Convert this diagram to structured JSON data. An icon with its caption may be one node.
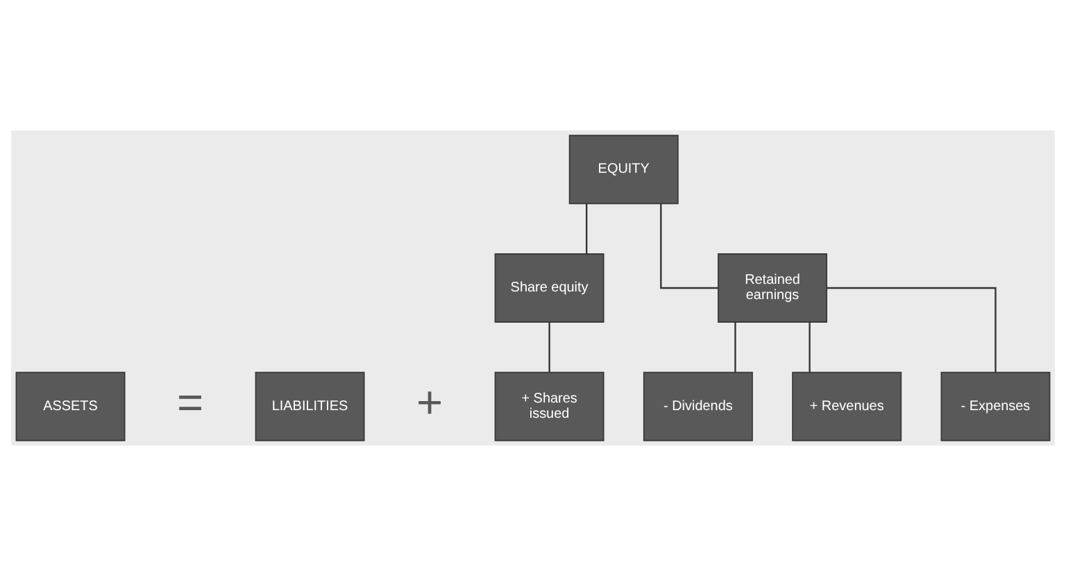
{
  "diagram": {
    "nodes": [
      {
        "text": [
          "EQUITY"
        ]
      },
      {
        "text": [
          "Share equity"
        ]
      },
      {
        "text": [
          "Retained earnings"
        ]
      },
      {
        "text": [
          "ASSETS"
        ]
      },
      {
        "text": [
          "LIABILITIES"
        ]
      },
      {
        "text": [
          "+ Shares issued"
        ]
      },
      {
        "text": [
          "- Dividends"
        ]
      },
      {
        "text": [
          "+ Revenues"
        ]
      },
      {
        "text": [
          "- Expenses"
        ]
      }
    ],
    "edges": [
      {
        "from": 0,
        "to": 1,
        "arrow": "none"
      },
      {
        "from": 0,
        "to": 2,
        "arrow": "none"
      },
      {
        "from": 1,
        "to": 5,
        "arrow": "none"
      },
      {
        "from": 2,
        "to": 6,
        "arrow": "none"
      },
      {
        "from": 2,
        "to": 7,
        "arrow": "none"
      },
      {
        "from": 2,
        "to": 8,
        "arrow": "none"
      }
    ],
    "labels": [
      "=",
      "+"
    ]
  }
}
